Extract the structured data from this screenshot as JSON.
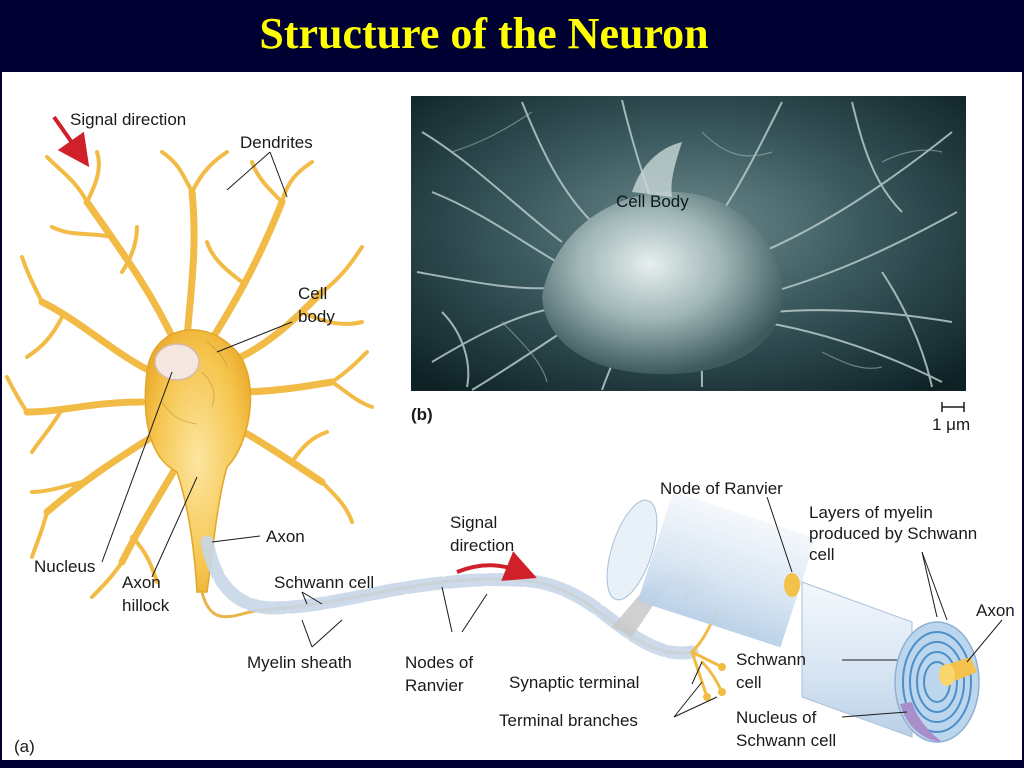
{
  "title": "Structure of the Neuron",
  "panel_a": {
    "panel_label": "(a)",
    "labels": {
      "signal_direction_top": "Signal direction",
      "dendrites": "Dendrites",
      "cell_body_l1": "Cell",
      "cell_body_l2": "body",
      "axon": "Axon",
      "nucleus": "Nucleus",
      "axon_hillock_l1": "Axon",
      "axon_hillock_l2": "hillock",
      "schwann_cell": "Schwann cell",
      "myelin_sheath": "Myelin sheath",
      "nodes_ranvier_l1": "Nodes of",
      "nodes_ranvier_l2": "Ranvier",
      "signal_direction_mid_l1": "Signal",
      "signal_direction_mid_l2": "direction",
      "synaptic_terminal": "Synaptic terminal",
      "terminal_branches": "Terminal branches",
      "node_of_ranvier": "Node of Ranvier",
      "layers_myelin_l1": "Layers of myelin",
      "layers_myelin_l2": "produced by Schwann",
      "layers_myelin_l3": "cell",
      "axon_right": "Axon",
      "schwann_cell_r_l1": "Schwann",
      "schwann_cell_r_l2": "cell",
      "nucleus_schwann_l1": "Nucleus of",
      "nucleus_schwann_l2": "Schwann cell"
    }
  },
  "panel_b": {
    "panel_label": "(b)",
    "cell_body_label": "Cell Body",
    "scale_bar": "1 μm"
  },
  "colors": {
    "background": "#000033",
    "title": "#ffff00",
    "neuron": "#f4c24a",
    "myelin": "#dce8f4",
    "arrow": "#d0202a",
    "photo": "#2e4a4f"
  }
}
